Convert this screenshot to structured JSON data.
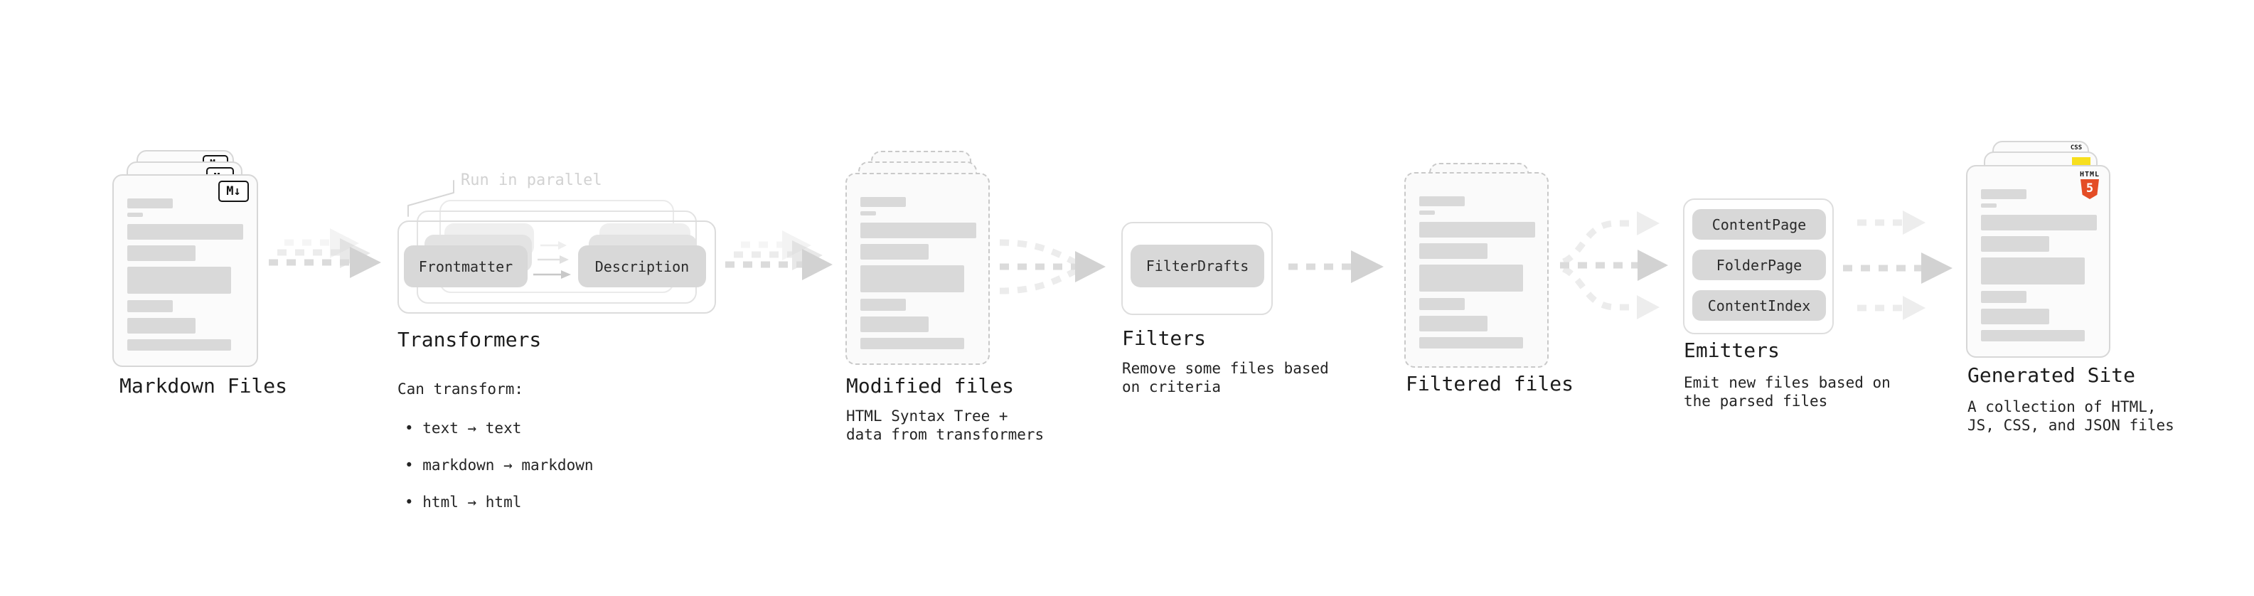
{
  "palette": {
    "card_border": "#d7d7d7",
    "dashed_border": "#c9c9c9",
    "doc_bar": "#d9d9d9",
    "pill_bg": "#d8d8d8",
    "arrow_dark": "#dbdbdb",
    "arrow_head_dark": "#d2d2d2",
    "arrow_light": "#ededed",
    "note_gray": "#d2d2d2",
    "html5_orange": "#e44d26",
    "js_yellow": "#f7df1e",
    "css_blue": "#2d6ae3"
  },
  "sections": {
    "markdown_files": {
      "title": "Markdown Files",
      "badge": "M↓"
    },
    "transformers": {
      "title": "Transformers",
      "note": "Run in parallel",
      "pills": [
        "Frontmatter",
        "Description"
      ],
      "body_heading": "Can transform:",
      "bullets": [
        "• text → text",
        "• markdown → markdown",
        "• html → html"
      ]
    },
    "modified_files": {
      "title": "Modified files",
      "subtitle": "HTML Syntax Tree +\ndata from transformers"
    },
    "filters": {
      "title": "Filters",
      "pill": "FilterDrafts",
      "subtitle": "Remove some files based\non criteria"
    },
    "filtered_files": {
      "title": "Filtered files"
    },
    "emitters": {
      "title": "Emitters",
      "pills": [
        "ContentPage",
        "FolderPage",
        "ContentIndex"
      ],
      "subtitle": "Emit new files based on\nthe parsed files"
    },
    "generated_site": {
      "title": "Generated Site",
      "subtitle": "A collection of HTML,\nJS, CSS, and JSON files",
      "html5_word": "HTML",
      "html5_number": "5",
      "css_label": "CSS"
    }
  }
}
